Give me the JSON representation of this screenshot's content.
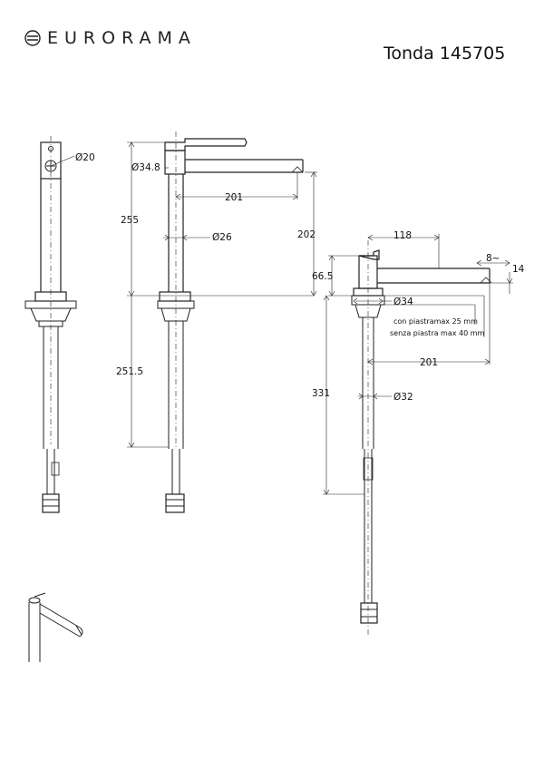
{
  "brand": {
    "name": "EURORAMA"
  },
  "title": "Tonda 145705",
  "dimensions": {
    "side_diameter_top": "Ø20",
    "diameter_348": "Ø34.8",
    "height_255": "255",
    "spout_reach_201": "201",
    "diameter_26": "Ø26",
    "height_202": "202",
    "height_2515": "251.5",
    "lever_118": "118",
    "spout_8": "8~",
    "spout_14": "14",
    "height_665": "66.5",
    "diameter_34": "Ø34",
    "note_plate": "con piastramax 25 mm",
    "note_noplate": "senza piastra max 40 mm",
    "reach_201_lower": "201",
    "height_331": "331",
    "diameter_32": "Ø32"
  }
}
